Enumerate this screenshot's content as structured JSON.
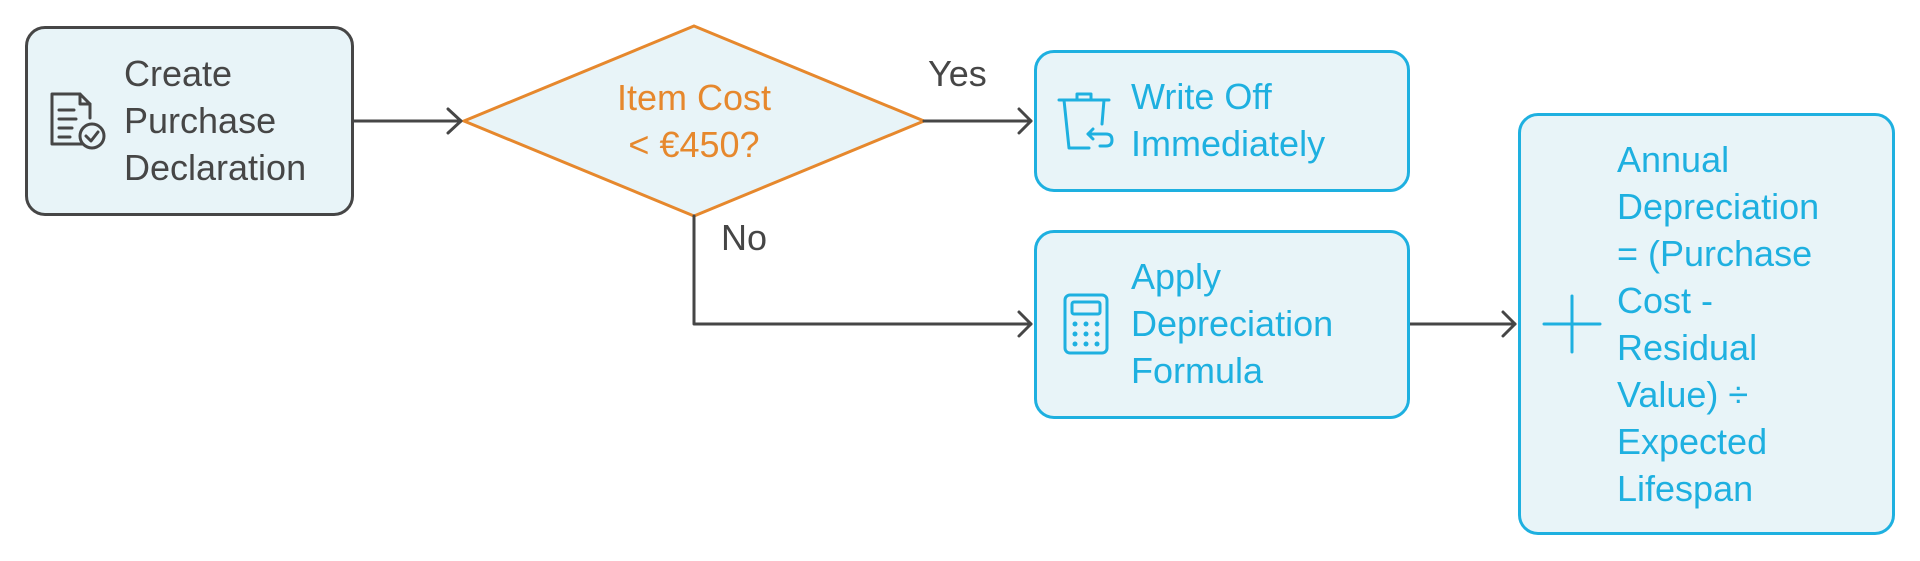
{
  "colors": {
    "dark": "#464646",
    "blue": "#1eb0e0",
    "orange": "#e6882d",
    "fill": "#e8f4f8"
  },
  "nodes": {
    "create": {
      "label": "Create\nPurchase\nDeclaration",
      "icon": "document-check-icon"
    },
    "decision": {
      "label": "Item Cost\n< €450?"
    },
    "write_off": {
      "label": "Write Off\nImmediately",
      "icon": "trash-return-icon"
    },
    "apply": {
      "label": "Apply\nDepreciation\nFormula",
      "icon": "calculator-icon"
    },
    "annual": {
      "label": "Annual\nDepreciation\n= (Purchase\nCost -\nResidual\nValue) ÷\nExpected\nLifespan",
      "icon": "plus-icon"
    }
  },
  "edges": {
    "yes": "Yes",
    "no": "No"
  }
}
